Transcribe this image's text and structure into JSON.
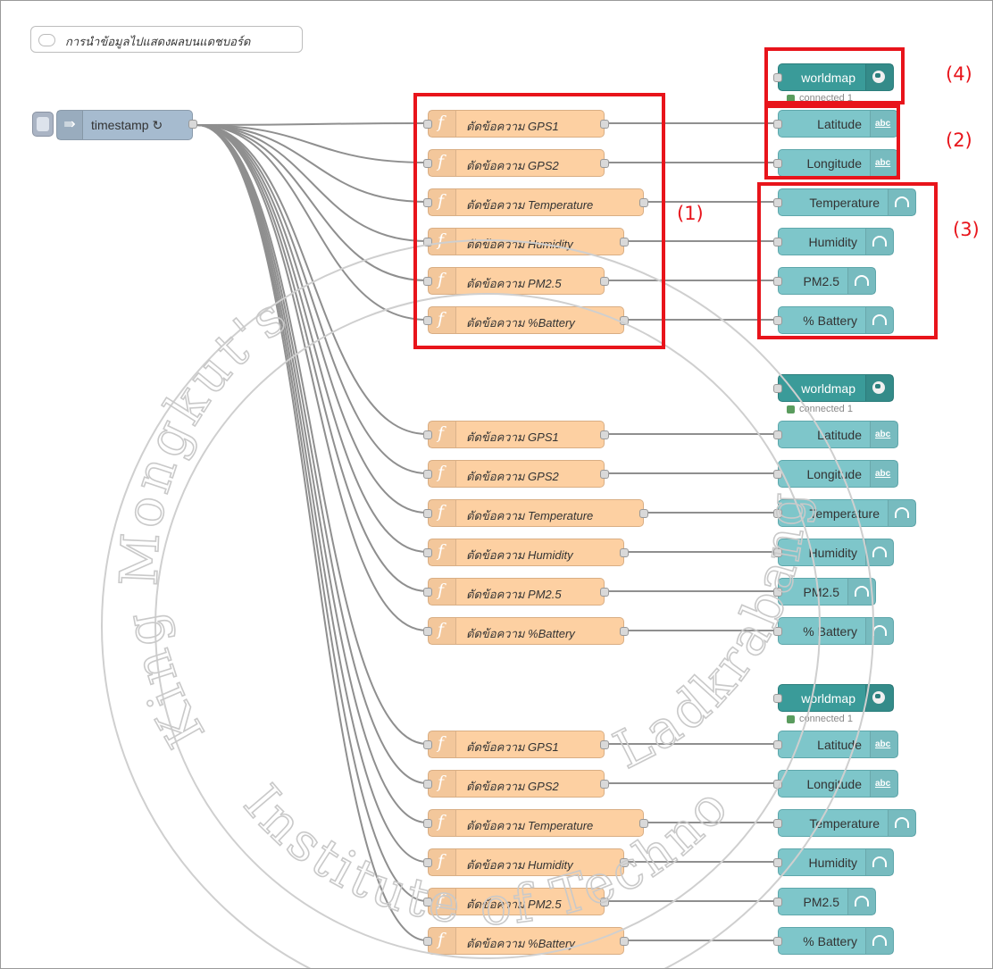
{
  "comment": {
    "text": "การนำข้อมูลไปแสดงผลบนแดชบอร์ด",
    "icon": "comment-icon"
  },
  "inject": {
    "label": "timestamp ↻",
    "icon": "inject-arrow-icon"
  },
  "watermark": {
    "text_left": "King Mongkut's",
    "text_bottom": "Institute of Technology",
    "text_right": "Ladkrabang"
  },
  "annotations": [
    "(1)",
    "(2)",
    "(3)",
    "(4)"
  ],
  "colors": {
    "function": "#fdd0a2",
    "ui": "#7ec6ca",
    "worldmap": "#3a9b99",
    "inject": "#a6bbcf",
    "annotation": "#e8141b",
    "status": "#5a9c5e"
  },
  "groups": [
    {
      "functions": [
        "ตัดข้อความ GPS1",
        "ตัดข้อความ GPS2",
        "ตัดข้อความ Temperature",
        "ตัดข้อความ Humidity",
        "ตัดข้อความ PM2.5",
        "ตัดข้อความ %Battery"
      ],
      "worldmap": {
        "label": "worldmap",
        "status": "connected 1"
      },
      "outputs": [
        {
          "label": "Latitude",
          "icon": "abc-icon"
        },
        {
          "label": "Longitude",
          "icon": "abc-icon"
        },
        {
          "label": "Temperature",
          "icon": "gauge-icon"
        },
        {
          "label": "Humidity",
          "icon": "gauge-icon"
        },
        {
          "label": "PM2.5",
          "icon": "gauge-icon"
        },
        {
          "label": "% Battery",
          "icon": "gauge-icon"
        }
      ]
    },
    {
      "functions": [
        "ตัดข้อความ GPS1",
        "ตัดข้อความ GPS2",
        "ตัดข้อความ Temperature",
        "ตัดข้อความ Humidity",
        "ตัดข้อความ PM2.5",
        "ตัดข้อความ %Battery"
      ],
      "worldmap": {
        "label": "worldmap",
        "status": "connected 1"
      },
      "outputs": [
        {
          "label": "Latitude",
          "icon": "abc-icon"
        },
        {
          "label": "Longitude",
          "icon": "abc-icon"
        },
        {
          "label": "Temperature",
          "icon": "gauge-icon"
        },
        {
          "label": "Humidity",
          "icon": "gauge-icon"
        },
        {
          "label": "PM2.5",
          "icon": "gauge-icon"
        },
        {
          "label": "% Battery",
          "icon": "gauge-icon"
        }
      ]
    },
    {
      "functions": [
        "ตัดข้อความ GPS1",
        "ตัดข้อความ GPS2",
        "ตัดข้อความ Temperature",
        "ตัดข้อความ Humidity",
        "ตัดข้อความ PM2.5",
        "ตัดข้อความ %Battery"
      ],
      "worldmap": {
        "label": "worldmap",
        "status": "connected 1"
      },
      "outputs": [
        {
          "label": "Latitude",
          "icon": "abc-icon"
        },
        {
          "label": "Longitude",
          "icon": "abc-icon"
        },
        {
          "label": "Temperature",
          "icon": "gauge-icon"
        },
        {
          "label": "Humidity",
          "icon": "gauge-icon"
        },
        {
          "label": "PM2.5",
          "icon": "gauge-icon"
        },
        {
          "label": "% Battery",
          "icon": "gauge-icon"
        }
      ]
    }
  ]
}
